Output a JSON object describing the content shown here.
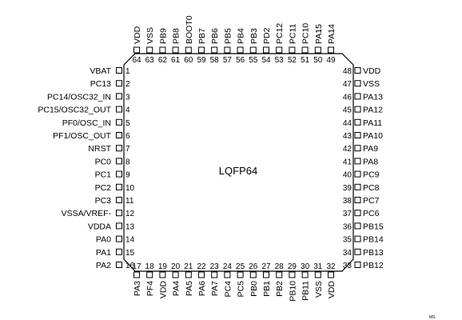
{
  "package": {
    "label": "LQFP64"
  },
  "figure_id": "MS",
  "pins": {
    "left": [
      {
        "num": "1",
        "name": "VBAT"
      },
      {
        "num": "2",
        "name": "PC13"
      },
      {
        "num": "3",
        "name": "PC14/OSC32_IN"
      },
      {
        "num": "4",
        "name": "PC15/OSC32_OUT"
      },
      {
        "num": "5",
        "name": "PF0/OSC_IN"
      },
      {
        "num": "6",
        "name": "PF1/OSC_OUT"
      },
      {
        "num": "7",
        "name": "NRST"
      },
      {
        "num": "8",
        "name": "PC0"
      },
      {
        "num": "9",
        "name": "PC1"
      },
      {
        "num": "10",
        "name": "PC2"
      },
      {
        "num": "11",
        "name": "PC3"
      },
      {
        "num": "12",
        "name": "VSSA/VREF-"
      },
      {
        "num": "13",
        "name": "VDDA"
      },
      {
        "num": "14",
        "name": "PA0"
      },
      {
        "num": "15",
        "name": "PA1"
      },
      {
        "num": "16",
        "name": "PA2"
      }
    ],
    "bottom": [
      {
        "num": "17",
        "name": "PA3"
      },
      {
        "num": "18",
        "name": "PF4"
      },
      {
        "num": "19",
        "name": "VDD"
      },
      {
        "num": "20",
        "name": "PA4"
      },
      {
        "num": "21",
        "name": "PA5"
      },
      {
        "num": "22",
        "name": "PA6"
      },
      {
        "num": "23",
        "name": "PA7"
      },
      {
        "num": "24",
        "name": "PC4"
      },
      {
        "num": "25",
        "name": "PC5"
      },
      {
        "num": "26",
        "name": "PB0"
      },
      {
        "num": "27",
        "name": "PB1"
      },
      {
        "num": "28",
        "name": "PB2"
      },
      {
        "num": "29",
        "name": "PB10"
      },
      {
        "num": "30",
        "name": "PB11"
      },
      {
        "num": "31",
        "name": "VSS"
      },
      {
        "num": "32",
        "name": "VDD"
      }
    ],
    "right": [
      {
        "num": "48",
        "name": "VDD"
      },
      {
        "num": "47",
        "name": "VSS"
      },
      {
        "num": "46",
        "name": "PA13"
      },
      {
        "num": "45",
        "name": "PA12"
      },
      {
        "num": "44",
        "name": "PA11"
      },
      {
        "num": "43",
        "name": "PA10"
      },
      {
        "num": "42",
        "name": "PA9"
      },
      {
        "num": "41",
        "name": "PA8"
      },
      {
        "num": "40",
        "name": "PC9"
      },
      {
        "num": "39",
        "name": "PC8"
      },
      {
        "num": "38",
        "name": "PC7"
      },
      {
        "num": "37",
        "name": "PC6"
      },
      {
        "num": "36",
        "name": "PB15"
      },
      {
        "num": "35",
        "name": "PB14"
      },
      {
        "num": "34",
        "name": "PB13"
      },
      {
        "num": "33",
        "name": "PB12"
      }
    ],
    "top": [
      {
        "num": "64",
        "name": "VDD"
      },
      {
        "num": "63",
        "name": "VSS"
      },
      {
        "num": "62",
        "name": "PB9"
      },
      {
        "num": "61",
        "name": "PB8"
      },
      {
        "num": "60",
        "name": "BOOT0"
      },
      {
        "num": "59",
        "name": "PB7"
      },
      {
        "num": "58",
        "name": "PB6"
      },
      {
        "num": "57",
        "name": "PB5"
      },
      {
        "num": "56",
        "name": "PB4"
      },
      {
        "num": "55",
        "name": "PB3"
      },
      {
        "num": "54",
        "name": "PD2"
      },
      {
        "num": "53",
        "name": "PC12"
      },
      {
        "num": "52",
        "name": "PC11"
      },
      {
        "num": "51",
        "name": "PC10"
      },
      {
        "num": "50",
        "name": "PA15"
      },
      {
        "num": "49",
        "name": "PA14"
      }
    ]
  }
}
